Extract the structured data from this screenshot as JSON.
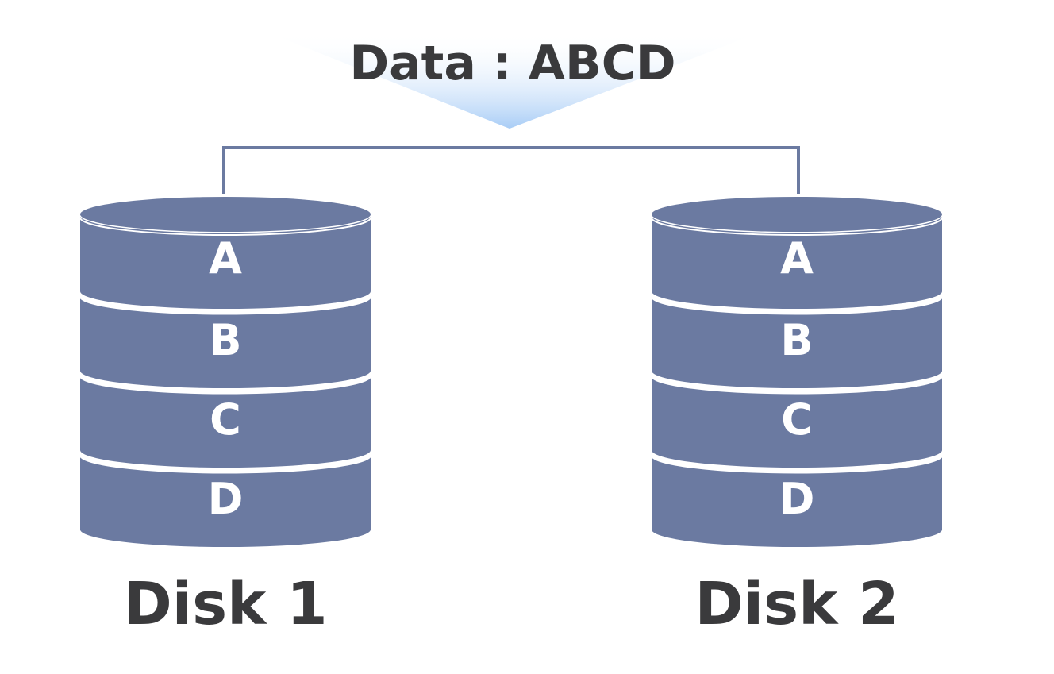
{
  "title": "Data : ABCD",
  "disks": [
    {
      "label": "Disk 1",
      "segments": [
        "A",
        "B",
        "C",
        "D"
      ]
    },
    {
      "label": "Disk 2",
      "segments": [
        "A",
        "B",
        "C",
        "D"
      ]
    }
  ],
  "colors": {
    "disk_fill": "#6b7aa1",
    "connector": "#6b7aa1",
    "text_dark": "#3a3a3c",
    "arrow_gradient_start": "#ffffff",
    "arrow_gradient_end": "#a9cdf6"
  }
}
